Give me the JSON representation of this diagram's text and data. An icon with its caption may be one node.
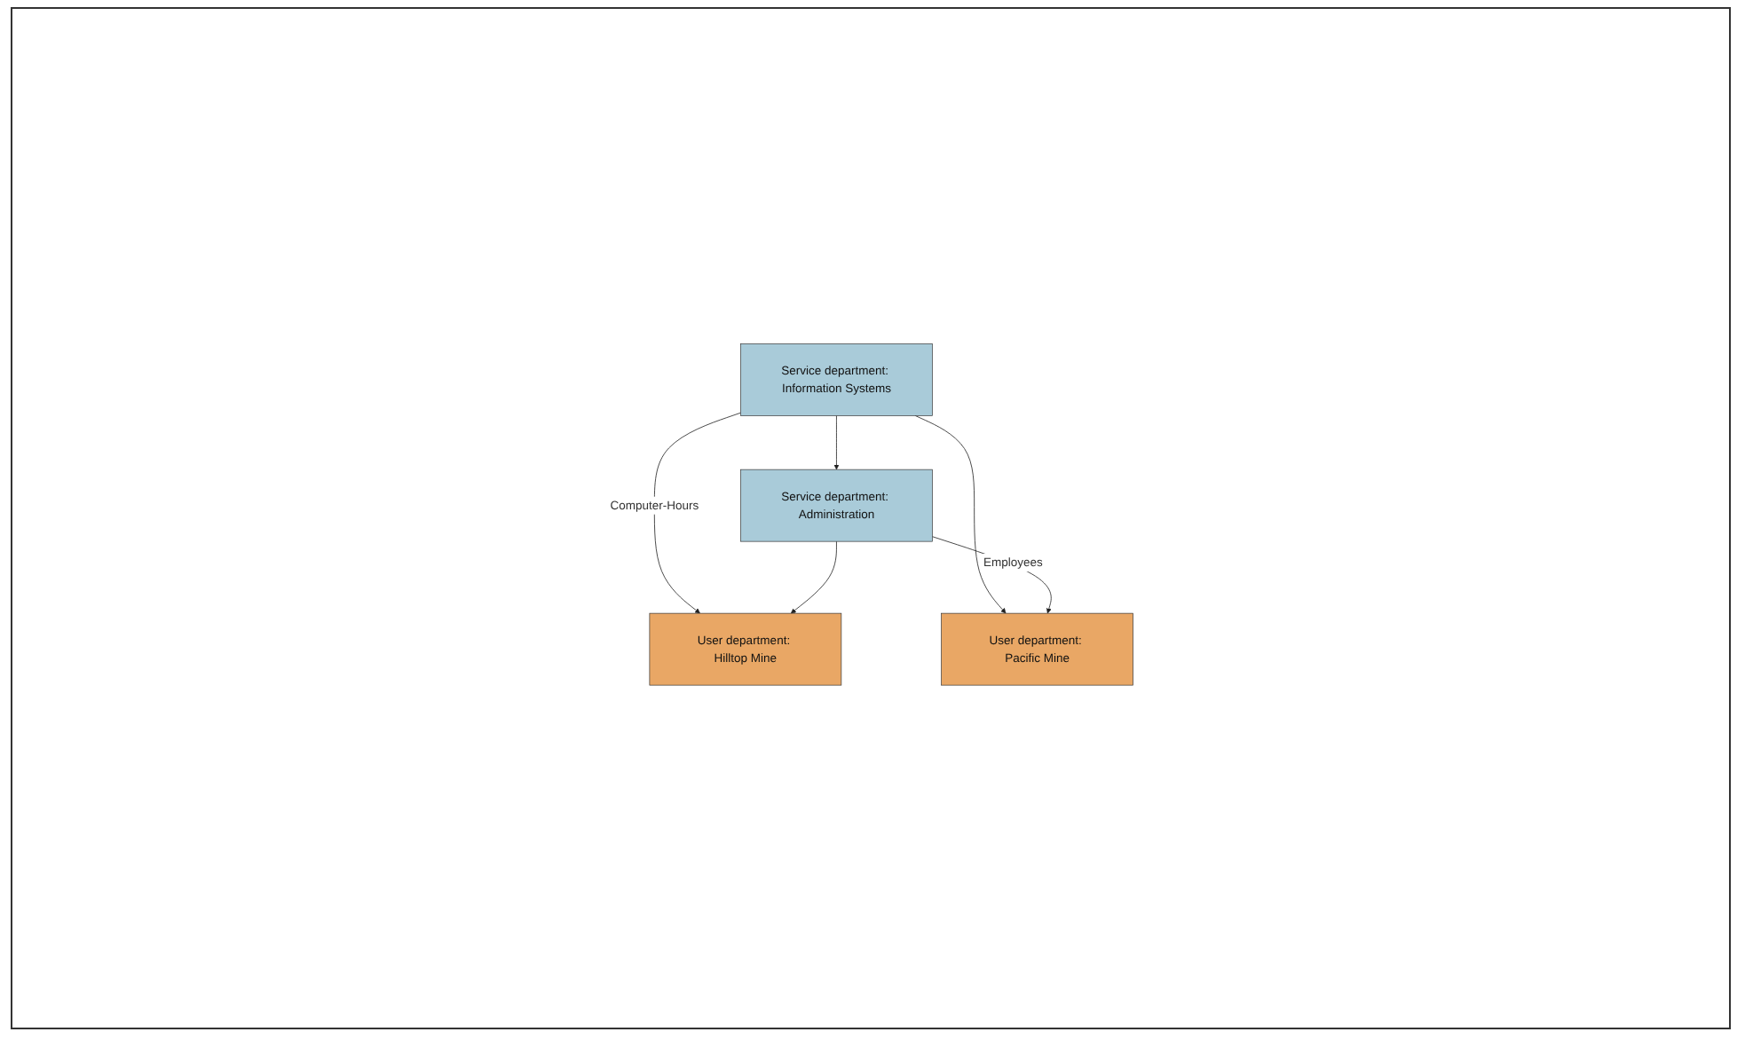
{
  "diagram": {
    "nodes": [
      {
        "text": [
          "Service department: Information Systems"
        ]
      },
      {
        "text": [
          "Service department: Administration"
        ]
      },
      {
        "text": [
          "User department: Hilltop Mine"
        ]
      },
      {
        "text": [
          "User department: Pacific Mine"
        ]
      }
    ],
    "edges": [
      {
        "from": 0,
        "to": 1,
        "arrow": "to"
      },
      {
        "from": 0,
        "to": 2,
        "arrow": "to",
        "label": "Computer-Hours"
      },
      {
        "from": 0,
        "to": 3,
        "arrow": "to"
      },
      {
        "from": 1,
        "to": 2,
        "arrow": "to"
      },
      {
        "from": 1,
        "to": 3,
        "arrow": "to",
        "label": "Employees"
      }
    ]
  }
}
